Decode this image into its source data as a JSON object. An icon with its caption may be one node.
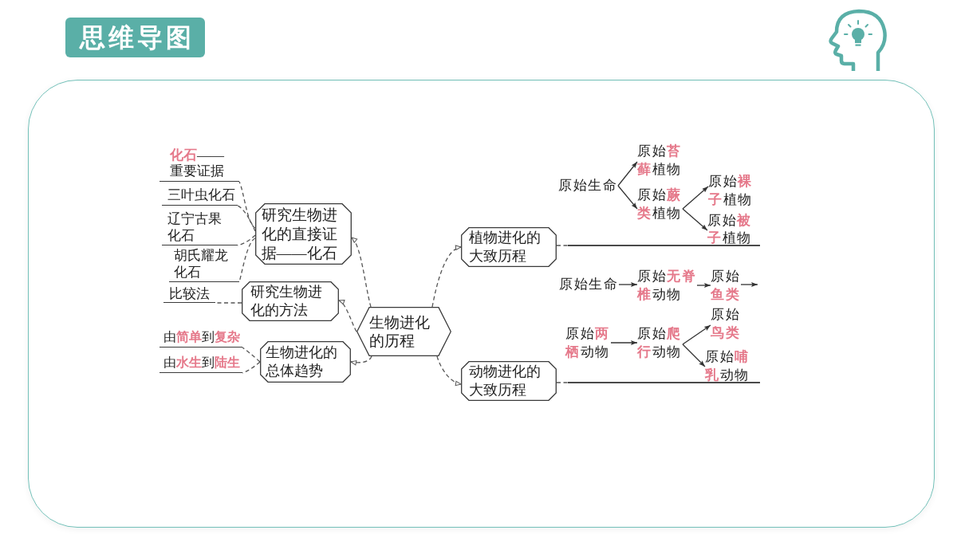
{
  "diagram": {
    "title": "思维导图",
    "nodes": [
      {
        "text": [
          "生物进化的历程"
        ]
      },
      {
        "text": [
          "研究生物进化的直接证据——化石"
        ]
      },
      {
        "text": [
          "研究生物进化的方法"
        ]
      },
      {
        "text": [
          "生物进化的总体趋势"
        ]
      },
      {
        "text": [
          "植物进化的大致历程"
        ]
      },
      {
        "text": [
          "动物进化的大致历程"
        ]
      },
      {
        "text": [
          "**化石**——重要证据"
        ]
      },
      {
        "text": [
          "三叶虫化石"
        ]
      },
      {
        "text": [
          "辽宁古果化石"
        ]
      },
      {
        "text": [
          "胡氏耀龙化石"
        ]
      },
      {
        "text": [
          "比较法"
        ]
      },
      {
        "text": [
          "由**简单**到**复杂**"
        ]
      },
      {
        "text": [
          "由**水生**到**陆生**"
        ]
      },
      {
        "text": [],
        "shape": "bar"
      },
      {
        "text": [
          "原始生命"
        ]
      },
      {
        "text": [
          "原始**苔藓**植物"
        ]
      },
      {
        "text": [
          "原始**蕨类**植物"
        ]
      },
      {
        "text": [
          "原始**裸子**植物"
        ]
      },
      {
        "text": [
          "原始**被子**植物"
        ]
      },
      {
        "text": [],
        "shape": "bar"
      },
      {
        "text": [
          "原始生命"
        ]
      },
      {
        "text": [
          "原始**无脊椎**动物"
        ]
      },
      {
        "text": [
          "原始**鱼类**"
        ]
      },
      {
        "text": [
          "原始**两栖**动物"
        ]
      },
      {
        "text": [
          "原始**爬行**动物"
        ]
      },
      {
        "text": [
          "原始**鸟类**"
        ]
      },
      {
        "text": [
          "原始**哺乳**动物"
        ]
      }
    ],
    "edges": [
      {
        "from": 0,
        "to": 1,
        "arrow": "to",
        "style": "dashed"
      },
      {
        "from": 0,
        "to": 2,
        "arrow": "to",
        "style": "dashed"
      },
      {
        "from": 0,
        "to": 3,
        "arrow": "to",
        "style": "dashed"
      },
      {
        "from": 0,
        "to": 4,
        "arrow": "to",
        "style": "dashed"
      },
      {
        "from": 0,
        "to": 5,
        "arrow": "to",
        "style": "dashed"
      },
      {
        "from": 1,
        "to": 6,
        "arrow": "none",
        "style": "dashed"
      },
      {
        "from": 1,
        "to": 7,
        "arrow": "none",
        "style": "dashed"
      },
      {
        "from": 1,
        "to": 8,
        "arrow": "none",
        "style": "dashed"
      },
      {
        "from": 1,
        "to": 9,
        "arrow": "none",
        "style": "dashed"
      },
      {
        "from": 2,
        "to": 10,
        "arrow": "none",
        "style": "dashed"
      },
      {
        "from": 3,
        "to": 11,
        "arrow": "none",
        "style": "dashed"
      },
      {
        "from": 3,
        "to": 12,
        "arrow": "none",
        "style": "dashed"
      },
      {
        "from": 4,
        "to": 13,
        "arrow": "none",
        "style": "dashed"
      },
      {
        "from": 14,
        "to": 15,
        "arrow": "to"
      },
      {
        "from": 14,
        "to": 16,
        "arrow": "to"
      },
      {
        "from": 16,
        "to": 17,
        "arrow": "to"
      },
      {
        "from": 16,
        "to": 18,
        "arrow": "to"
      },
      {
        "from": 5,
        "to": 19,
        "arrow": "none",
        "style": "dashed"
      },
      {
        "from": 20,
        "to": 21,
        "arrow": "to"
      },
      {
        "from": 21,
        "to": 22,
        "arrow": "to"
      },
      {
        "from": 22,
        "to": null,
        "arrow": "to"
      },
      {
        "from": 23,
        "to": 24,
        "arrow": "to"
      },
      {
        "from": 24,
        "to": 25,
        "arrow": "to"
      },
      {
        "from": 24,
        "to": 26,
        "arrow": "to"
      }
    ]
  }
}
